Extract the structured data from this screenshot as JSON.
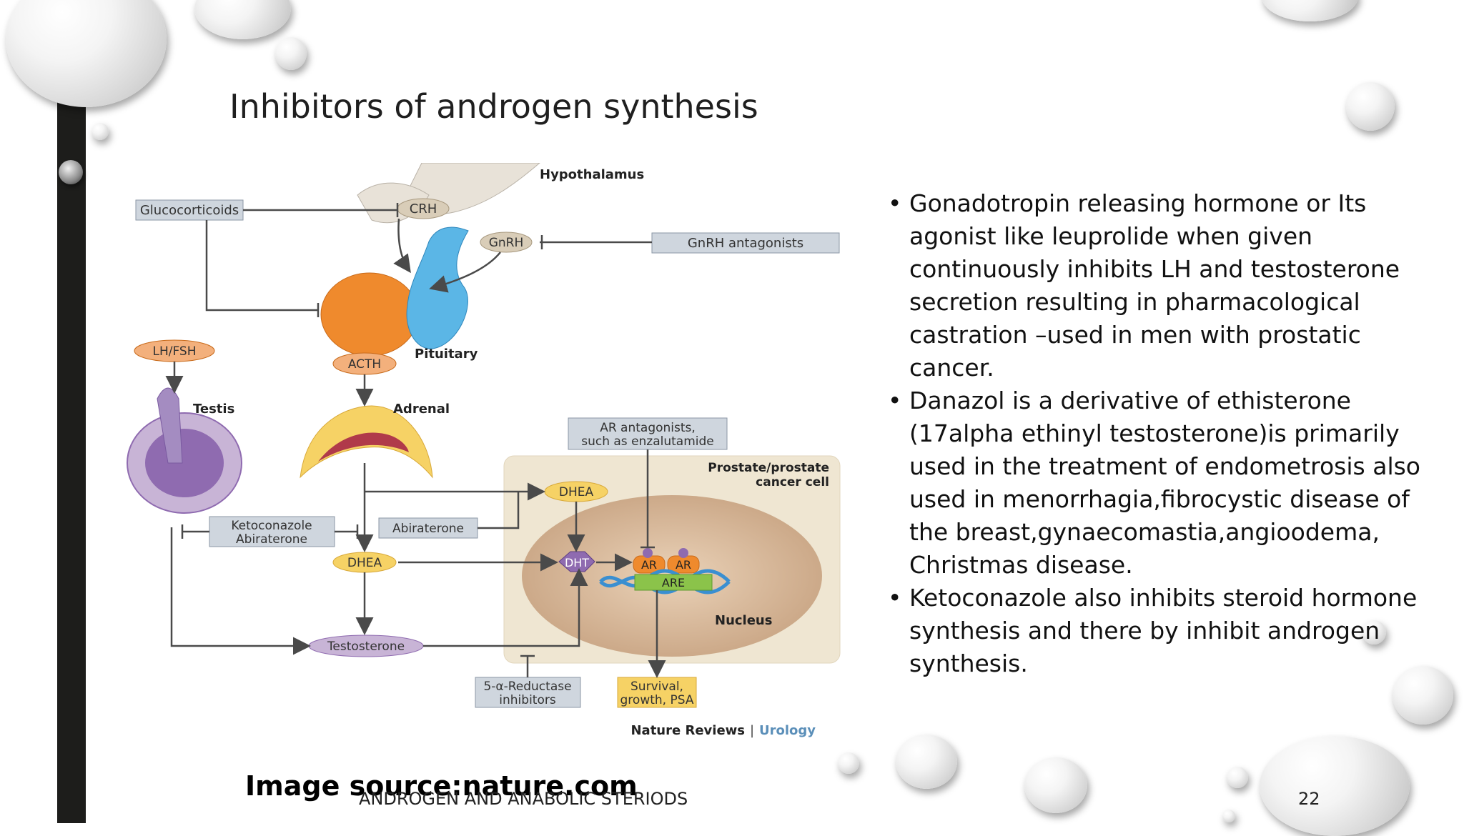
{
  "slide": {
    "title": "Inhibitors of androgen synthesis",
    "source": "Image source:nature.com",
    "footer": "ANDROGEN AND ANABOLIC STERIODS",
    "page_number": "22"
  },
  "bullets": [
    "Gonadotropin releasing hormone or Its agonist like leuprolide when given continuously inhibits LH and testosterone secretion resulting in pharmacological castration –used in men with prostatic cancer.",
    "Danazol is a derivative of ethisterone (17alpha ethinyl testosterone)is primarily used in the treatment of endometrosis also used in menorrhagia,fibrocystic disease of the breast,gynaecomastia,angioodema, Christmas disease.",
    "Ketoconazole also inhibits steroid hormone synthesis and there by inhibit androgen synthesis."
  ],
  "diagram": {
    "hypothalamus": "Hypothalamus",
    "glucocorticoids": "Glucocorticoids",
    "crh": "CRH",
    "gnrh": "GnRH",
    "gnrh_antagonists": "GnRH antagonists",
    "pituitary": "Pituitary",
    "lh_fsh": "LH/FSH",
    "acth": "ACTH",
    "testis": "Testis",
    "adrenal": "Adrenal",
    "ar_antagonists_1": "AR antagonists,",
    "ar_antagonists_2": "such as enzalutamide",
    "prostate_1": "Prostate/prostate",
    "prostate_2": "cancer cell",
    "dhea_top": "DHEA",
    "keto_1": "Ketoconazole",
    "keto_2": "Abiraterone",
    "abiraterone": "Abiraterone",
    "dhea_left": "DHEA",
    "dht": "DHT",
    "ar_1": "AR",
    "ar_2": "AR",
    "are": "ARE",
    "nucleus": "Nucleus",
    "testosterone": "Testosterone",
    "reductase_1": "5-α-Reductase",
    "reductase_2": "inhibitors",
    "survival_1": "Survival,",
    "survival_2": "growth, PSA",
    "credit_1": "Nature Reviews",
    "credit_sep": "|",
    "credit_2": "Urology"
  },
  "colors": {
    "sidebar": "#1d1d1b",
    "orange": "#ef8a2d",
    "blue": "#5bb6e6",
    "gray_box": "#cfd6de",
    "yellow_oval": "#f6d265",
    "purple": "#8f6bb0",
    "urology_blue": "#5b8fb9"
  }
}
